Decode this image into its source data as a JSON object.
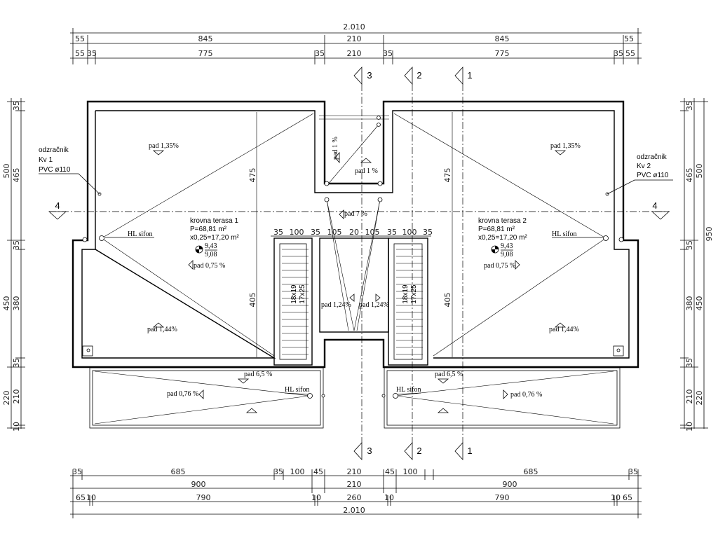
{
  "dims": {
    "top_total": "2.010",
    "top_row2": [
      "55",
      "845",
      "210",
      "845",
      "55"
    ],
    "top_row3": [
      "55",
      "35",
      "775",
      "35",
      "210",
      "35",
      "775",
      "35",
      "55"
    ],
    "bottom_row1": [
      "35",
      "685",
      "35",
      "100",
      "45",
      "210",
      "45",
      "100",
      "685",
      "35"
    ],
    "bottom_row2": [
      "900",
      "210",
      "900"
    ],
    "bottom_row3": [
      "65",
      "10",
      "790",
      "10",
      "260",
      "10",
      "790",
      "10",
      "65"
    ],
    "bottom_total": "2.010",
    "left_col": [
      "35",
      "500",
      "465",
      "35",
      "450",
      "380",
      "35",
      "220",
      "210",
      "10"
    ],
    "right_col": [
      "35",
      "500",
      "465",
      "35",
      "450",
      "380",
      "35",
      "220",
      "210",
      "10",
      "950"
    ]
  },
  "sections": {
    "s1": "1",
    "s2": "2",
    "s3": "3",
    "s4": "4"
  },
  "vents": {
    "left": [
      "odzračnik",
      "Kv 1",
      "PVC ø110"
    ],
    "right": [
      "odzračnik",
      "Kv 2",
      "PVC ø110"
    ]
  },
  "terrace1": {
    "name": "krovna terasa 1",
    "area": "P=68,81 m²",
    "calc": "x0,25=17,20 m²",
    "lvl_top": "9,43",
    "lvl_bot": "9,08"
  },
  "terrace2": {
    "name": "krovna terasa 2",
    "area": "P=68,81 m²",
    "calc": "x0,25=17,20 m²",
    "lvl_top": "9,43",
    "lvl_bot": "9,08"
  },
  "slopes": {
    "l_top": "pad 1,35%",
    "r_top": "pad 1,35%",
    "c_vert": "pad 1 %",
    "c_horiz": "pad 1 %",
    "c_mid": "pad 7 %",
    "l_mid": "pad 0,75 %",
    "r_mid": "pad 0,75 %",
    "l_bot": "pad 1,44%",
    "r_bot": "pad 1,44%",
    "c_l": "pad 1,24%",
    "c_r": "pad 1,24%",
    "l_bal1": "pad 6,5 %",
    "r_bal1": "pad 6,5 %",
    "l_bal2": "pad 0,76 %",
    "r_bal2": "pad 0,76 %"
  },
  "sifon": "HL sifon",
  "inner_dims": {
    "d475": "475",
    "d405": "405"
  },
  "stair": {
    "a": "18x19",
    "b": "17x25"
  },
  "center_dims": [
    "35",
    "100",
    "35",
    "105",
    "20",
    "105",
    "35",
    "100",
    "35"
  ]
}
